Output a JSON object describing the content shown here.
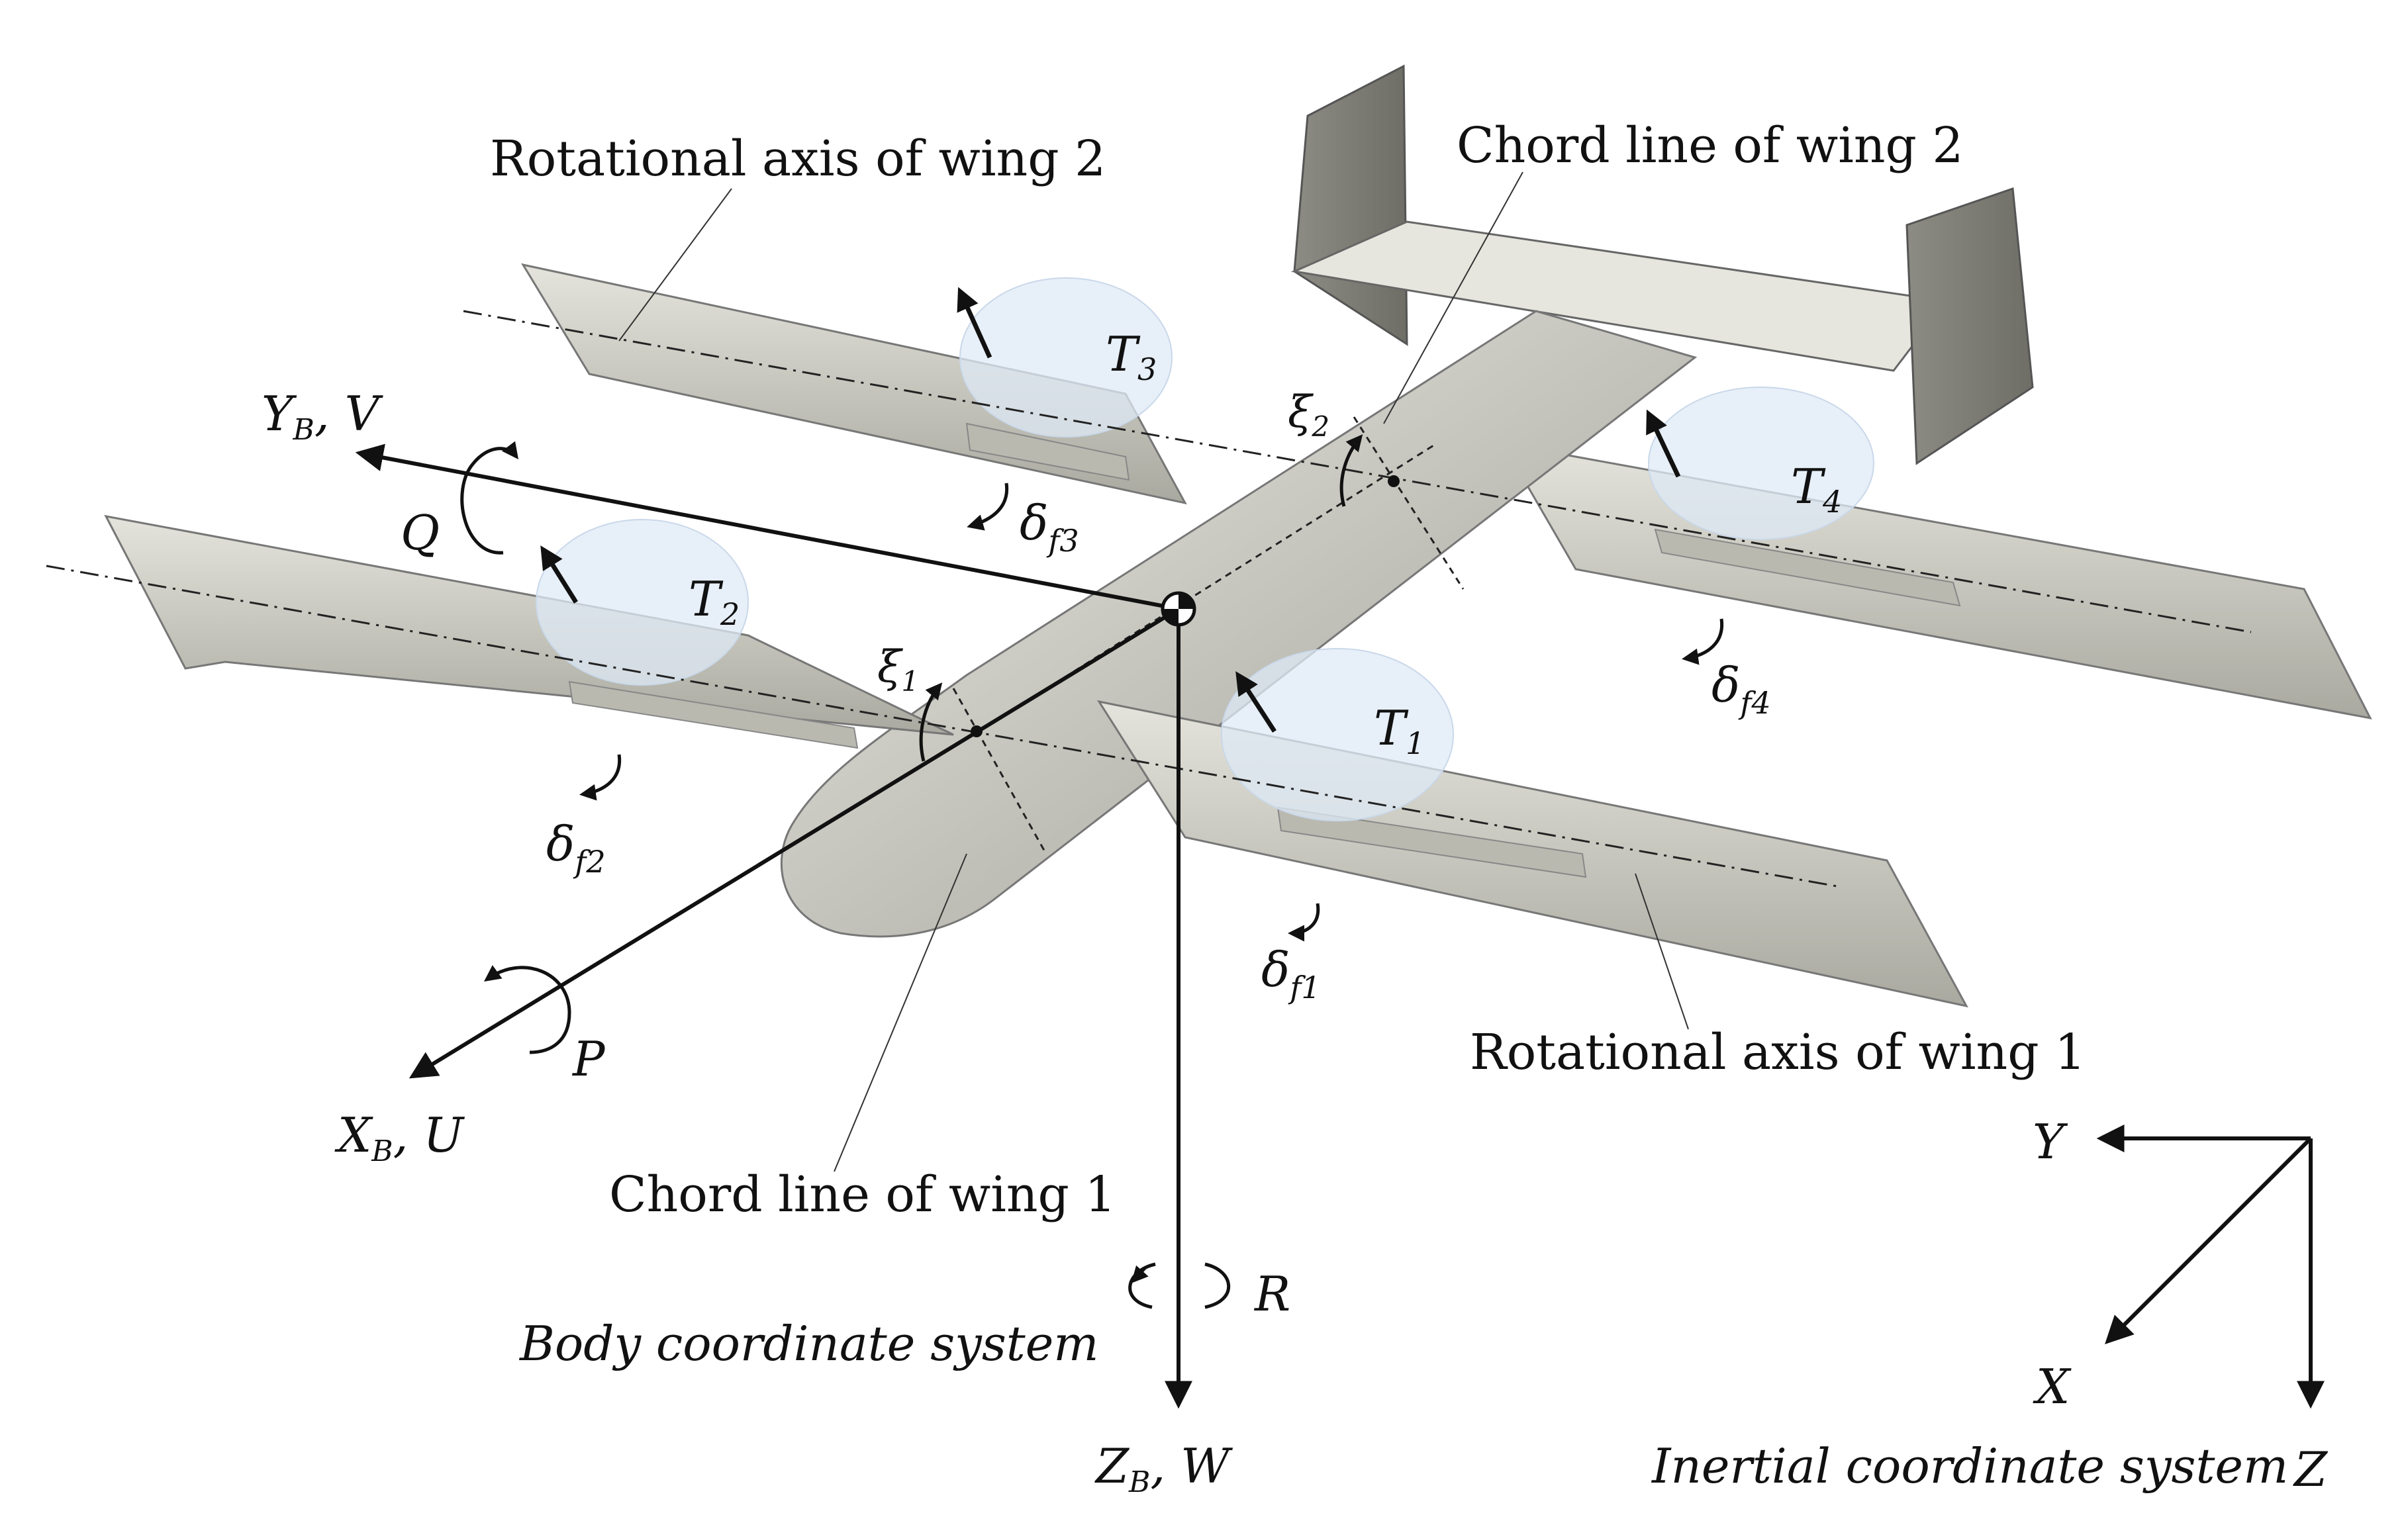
{
  "annotations": {
    "rot_axis_wing2": "Rotational axis of wing 2",
    "chord_line_wing2": "Chord line of wing 2",
    "rot_axis_wing1": "Rotational axis of wing 1",
    "chord_line_wing1": "Chord line of wing 1",
    "body_cs": "Body coordinate system",
    "inertial_cs": "Inertial coordinate system"
  },
  "body_axes": {
    "x_axis": "X",
    "x_sub": "B",
    "x_vel": "U",
    "y_axis": "Y",
    "y_sub": "B",
    "y_vel": "V",
    "z_axis": "Z",
    "z_sub": "B",
    "z_vel": "W",
    "rate_p": "P",
    "rate_q": "Q",
    "rate_r": "R"
  },
  "inertial_axes": {
    "x": "X",
    "y": "Y",
    "z": "Z"
  },
  "thrusts": [
    {
      "sym": "T",
      "sub": "1"
    },
    {
      "sym": "T",
      "sub": "2"
    },
    {
      "sym": "T",
      "sub": "3"
    },
    {
      "sym": "T",
      "sub": "4"
    }
  ],
  "flaps": [
    {
      "sym": "δ",
      "sub": "f1"
    },
    {
      "sym": "δ",
      "sub": "f2"
    },
    {
      "sym": "δ",
      "sub": "f3"
    },
    {
      "sym": "δ",
      "sub": "f4"
    }
  ],
  "tilt_angles": [
    {
      "sym": "ξ",
      "sub": "1"
    },
    {
      "sym": "ξ",
      "sub": "2"
    }
  ],
  "colors": {
    "airframe": "#c9c9c1",
    "airframe_dark": "#8f8f86",
    "prop_disc": "#dfe9f5",
    "ink": "#111111"
  }
}
